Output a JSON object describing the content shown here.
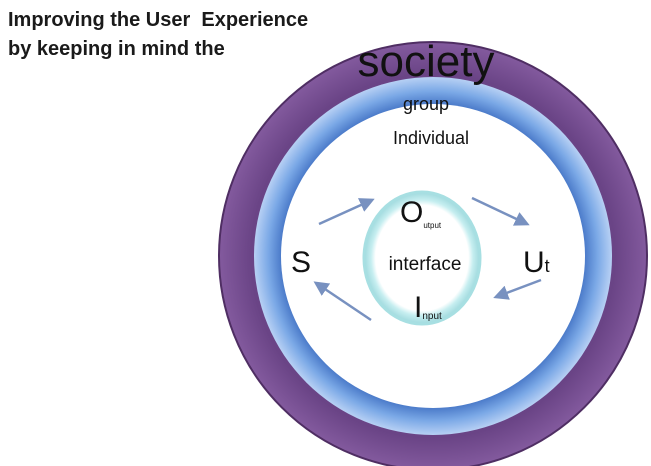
{
  "heading": {
    "line1": "Improving the User  Experience",
    "line2": "by keeping in mind the"
  },
  "diagram": {
    "society_label": "society",
    "group_label": "group",
    "individual_label": "Individual",
    "interface_label": "interface",
    "output_letter": "O",
    "output_subscript": "utput",
    "input_letter": "I",
    "input_subscript": "nput",
    "system_label": "S",
    "user_letter": "U",
    "user_subscript": "t",
    "colors": {
      "society_ring": "#7b5294",
      "society_ring_edge": "#4f2e63",
      "group_ring": "#6f9ee0",
      "individual_fill": "#ffffff",
      "interface_ring": "#bfeaec",
      "arrow": "#7891c0"
    }
  }
}
